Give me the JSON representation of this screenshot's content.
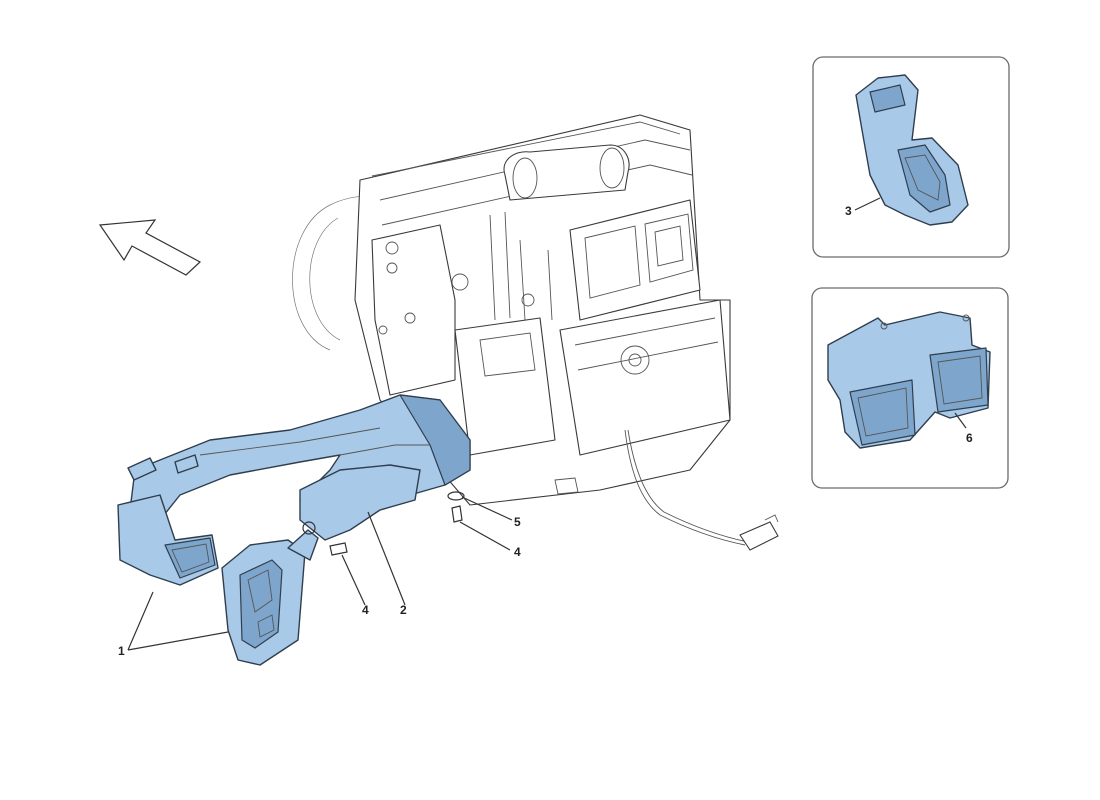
{
  "diagram": {
    "callouts": {
      "c1": "1",
      "c2": "2",
      "c3": "3",
      "c4a": "4",
      "c4b": "4",
      "c5": "5",
      "c6": "6"
    },
    "colors": {
      "highlight_part": "#a9c9e8",
      "highlight_shadow": "#7ea6cd",
      "outline": "#2f3e4e",
      "background": "#ffffff"
    },
    "icons": [
      "direction-arrow-icon"
    ]
  }
}
